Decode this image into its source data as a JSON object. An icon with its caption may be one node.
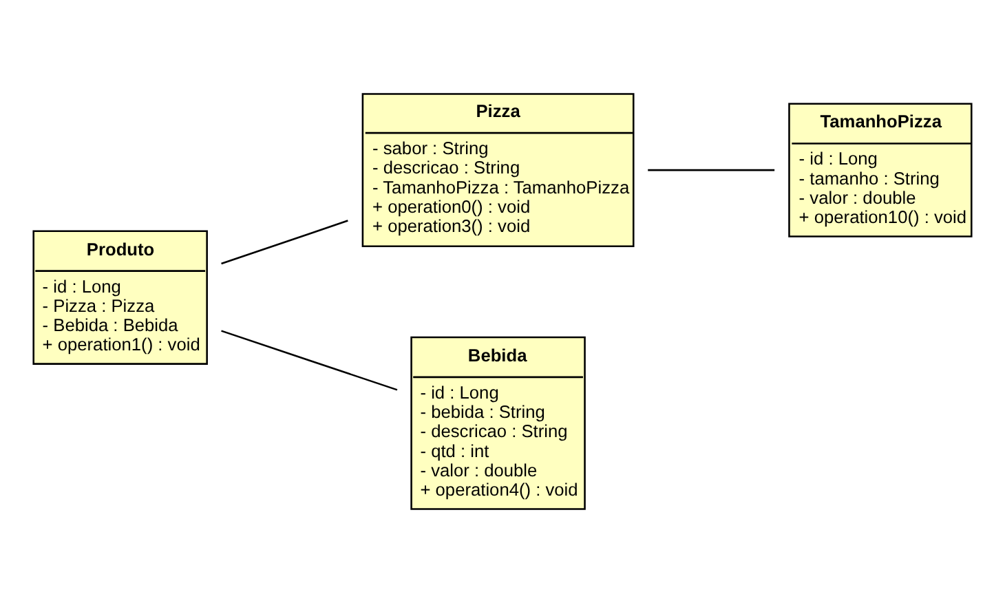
{
  "diagram": {
    "nodes": [
      {
        "text": [
          "Produto",
          "- id : Long",
          "- Pizza : Pizza",
          "- Bebida : Bebida",
          "+ operation1() : void"
        ]
      },
      {
        "text": [
          "Pizza",
          "- sabor : String",
          "- descricao : String",
          "- TamanhoPizza : TamanhoPizza",
          "+ operation0() : void",
          "+ operation3() : void"
        ]
      },
      {
        "text": [
          "TamanhoPizza",
          "- id : Long",
          "- tamanho : String",
          "- valor : double",
          "+ operation10() : void"
        ]
      },
      {
        "text": [
          "Bebida",
          "- id : Long",
          "- bebida : String",
          "- descricao : String",
          "- qtd : int",
          "- valor : double",
          "+ operation4() : void"
        ]
      }
    ],
    "edges": [
      {
        "from": 0,
        "to": 1,
        "arrow": "none"
      },
      {
        "from": 1,
        "to": 2,
        "arrow": "none"
      },
      {
        "from": 0,
        "to": 3,
        "arrow": "none"
      }
    ]
  }
}
